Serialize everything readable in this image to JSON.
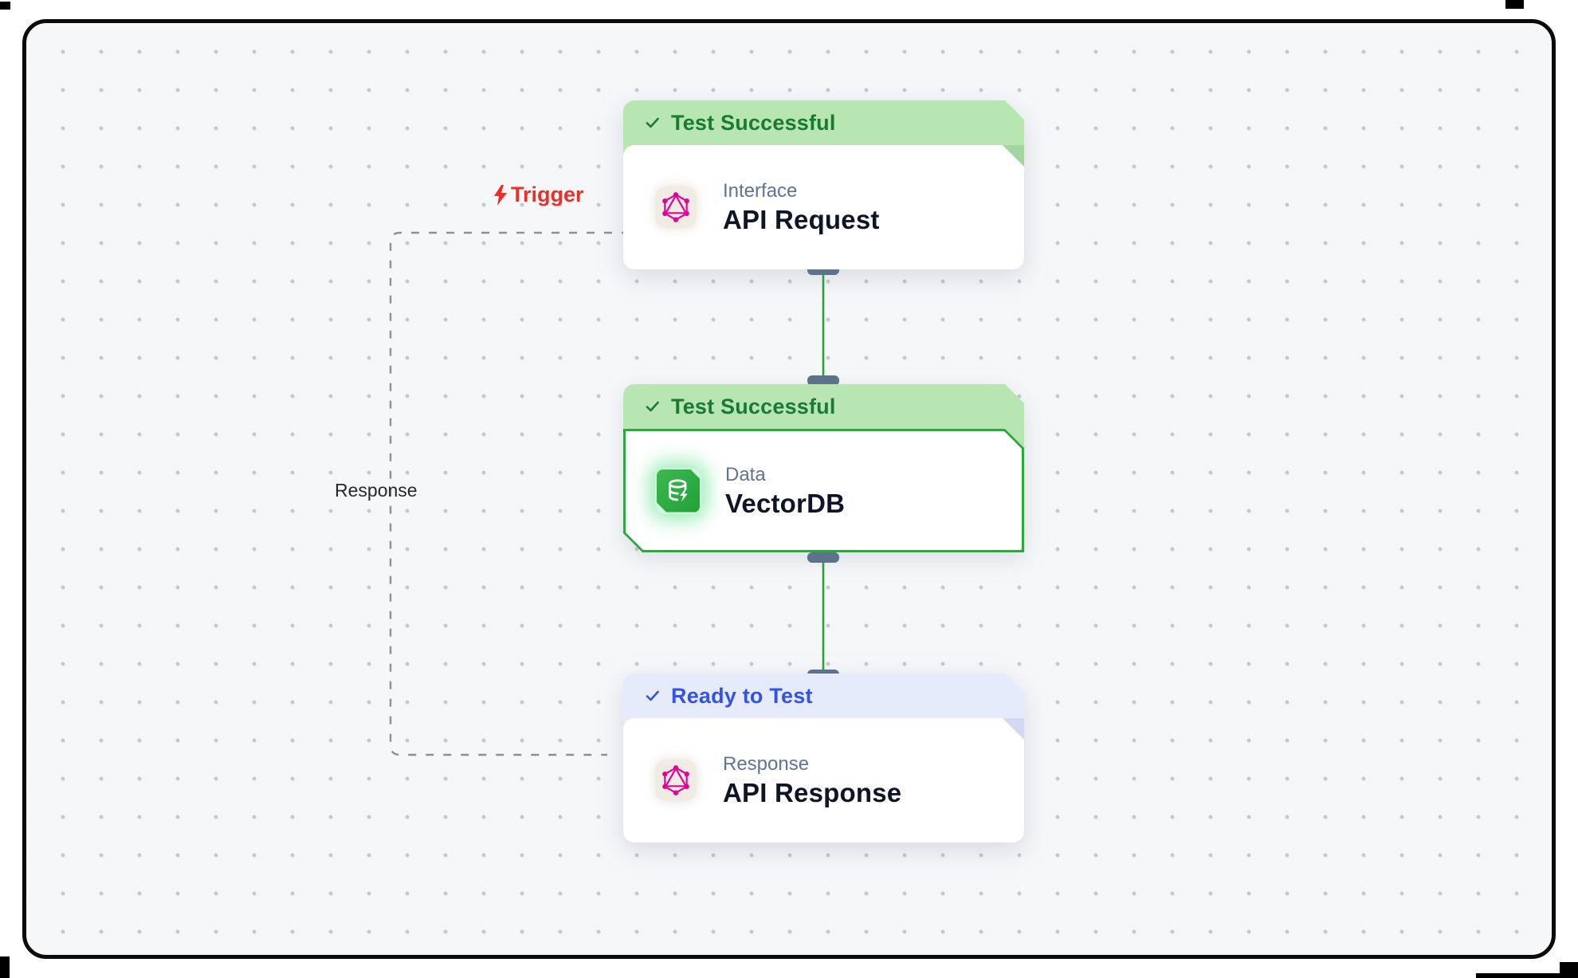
{
  "canvas": {
    "type": "workflow-flow-editor",
    "background": "#f6f7f9",
    "dot_color": "#c5c9cf",
    "border_color": "#0b0b0c"
  },
  "nodes": [
    {
      "id": "api-request",
      "status": "Test Successful",
      "state": "success",
      "category": "Interface",
      "title": "API Request",
      "icon": "graphql-icon",
      "selected": false
    },
    {
      "id": "vectordb",
      "status": "Test Successful",
      "state": "success",
      "category": "Data",
      "title": "VectorDB",
      "icon": "vector-database-icon",
      "selected": true
    },
    {
      "id": "api-response",
      "status": "Ready to Test",
      "state": "ready",
      "category": "Response",
      "title": "API Response",
      "icon": "graphql-icon",
      "selected": false
    }
  ],
  "edges": [
    {
      "id": "trigger-edge",
      "label": "Trigger",
      "style": "dashed",
      "label_color": "#e8312a"
    },
    {
      "id": "response-return-edge",
      "label": "Response",
      "style": "dashed",
      "label_color": "#26282c"
    },
    {
      "id": "request-to-vectordb",
      "label": "",
      "style": "solid",
      "color": "#27a337"
    },
    {
      "id": "vectordb-to-response",
      "label": "",
      "style": "solid",
      "color": "#27a337"
    }
  ],
  "colors": {
    "success_banner_bg": "#b7e6b3",
    "success_banner_text": "#197a31",
    "ready_banner_bg": "#e6ebfb",
    "ready_banner_text": "#3353e3",
    "selected_border": "#2aa93c",
    "edge_green": "#27a337",
    "handle": "#5d7389",
    "dashed_edge": "#8a9199",
    "graphql_pink": "#e10098",
    "db_icon_green": "#28a73b",
    "category_text": "#5f7492",
    "title_text": "#0d1526"
  }
}
